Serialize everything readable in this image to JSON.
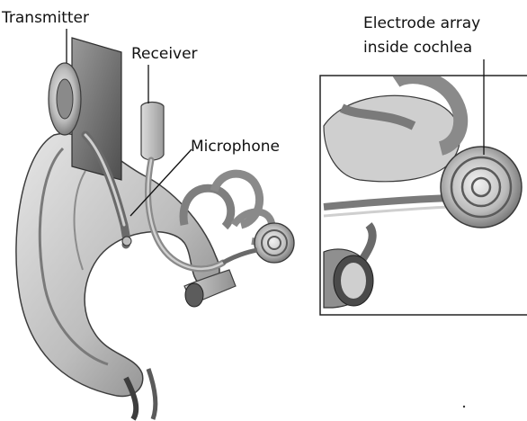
{
  "labels": {
    "transmitter": "Transmitter",
    "receiver": "Receiver",
    "microphone": "Microphone",
    "electrode_line1": "Electrode array",
    "electrode_line2": "inside cochlea"
  },
  "colors": {
    "background": "#ffffff",
    "tissue_light": "#d9d9d9",
    "tissue_mid": "#a8a8a8",
    "tissue_dark": "#5e5e5e",
    "line": "#111111"
  }
}
